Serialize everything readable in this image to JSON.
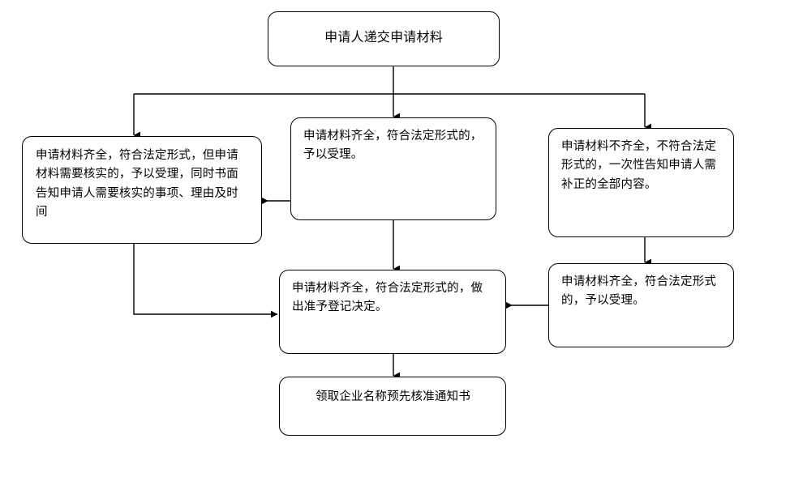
{
  "diagram": {
    "title_node": {
      "id": "submit-application",
      "text": "申请人递交申请材料"
    },
    "nodes": [
      {
        "id": "accept-with-verification",
        "name": "node-accept-with-verification",
        "text": "申请材料齐全，符合法定形式，但申请材料需要核实的，予以受理，同时书面告知申请人需要核实的事项、理由及时间"
      },
      {
        "id": "accept-complete",
        "name": "node-accept-complete",
        "text": "申请材料齐全，符合法定形式的，予以受理。"
      },
      {
        "id": "incomplete-notify",
        "name": "node-incomplete-notify",
        "text": "申请材料不齐全，不符合法定形式的，一次性告知申请人需补正的全部内容。"
      },
      {
        "id": "approve-registration",
        "name": "node-approve-registration",
        "text": "申请材料齐全，符合法定形式的，做出准予登记决定。"
      },
      {
        "id": "accept-after-correction",
        "name": "node-accept-after-correction",
        "text": "申请材料齐全，符合法定形式的，予以受理。"
      },
      {
        "id": "receive-notice",
        "name": "node-receive-notice",
        "text": "领取企业名称预先核准通知书"
      }
    ],
    "edges": [
      {
        "id": "edge-submit-to-bus",
        "from": "submit-application",
        "to": "branch-bus"
      },
      {
        "id": "edge-bus-to-accept-with-verification",
        "from": "branch-bus",
        "to": "accept-with-verification"
      },
      {
        "id": "edge-bus-to-accept-complete",
        "from": "branch-bus",
        "to": "accept-complete"
      },
      {
        "id": "edge-bus-to-incomplete-notify",
        "from": "branch-bus",
        "to": "incomplete-notify"
      },
      {
        "id": "edge-accept-complete-to-accept-with-verification",
        "from": "accept-complete",
        "to": "accept-with-verification"
      },
      {
        "id": "edge-accept-complete-to-approve",
        "from": "accept-complete",
        "to": "approve-registration"
      },
      {
        "id": "edge-accept-with-verification-to-approve",
        "from": "accept-with-verification",
        "to": "approve-registration"
      },
      {
        "id": "edge-incomplete-to-accept-after-correction",
        "from": "incomplete-notify",
        "to": "accept-after-correction"
      },
      {
        "id": "edge-accept-after-correction-to-approve",
        "from": "accept-after-correction",
        "to": "approve-registration"
      },
      {
        "id": "edge-approve-to-receive-notice",
        "from": "approve-registration",
        "to": "receive-notice"
      }
    ],
    "style": {
      "line_color": "#000000",
      "box_fill": "#ffffff",
      "box_stroke": "#000000",
      "text_color": "#000000",
      "background": "#ffffff"
    }
  }
}
